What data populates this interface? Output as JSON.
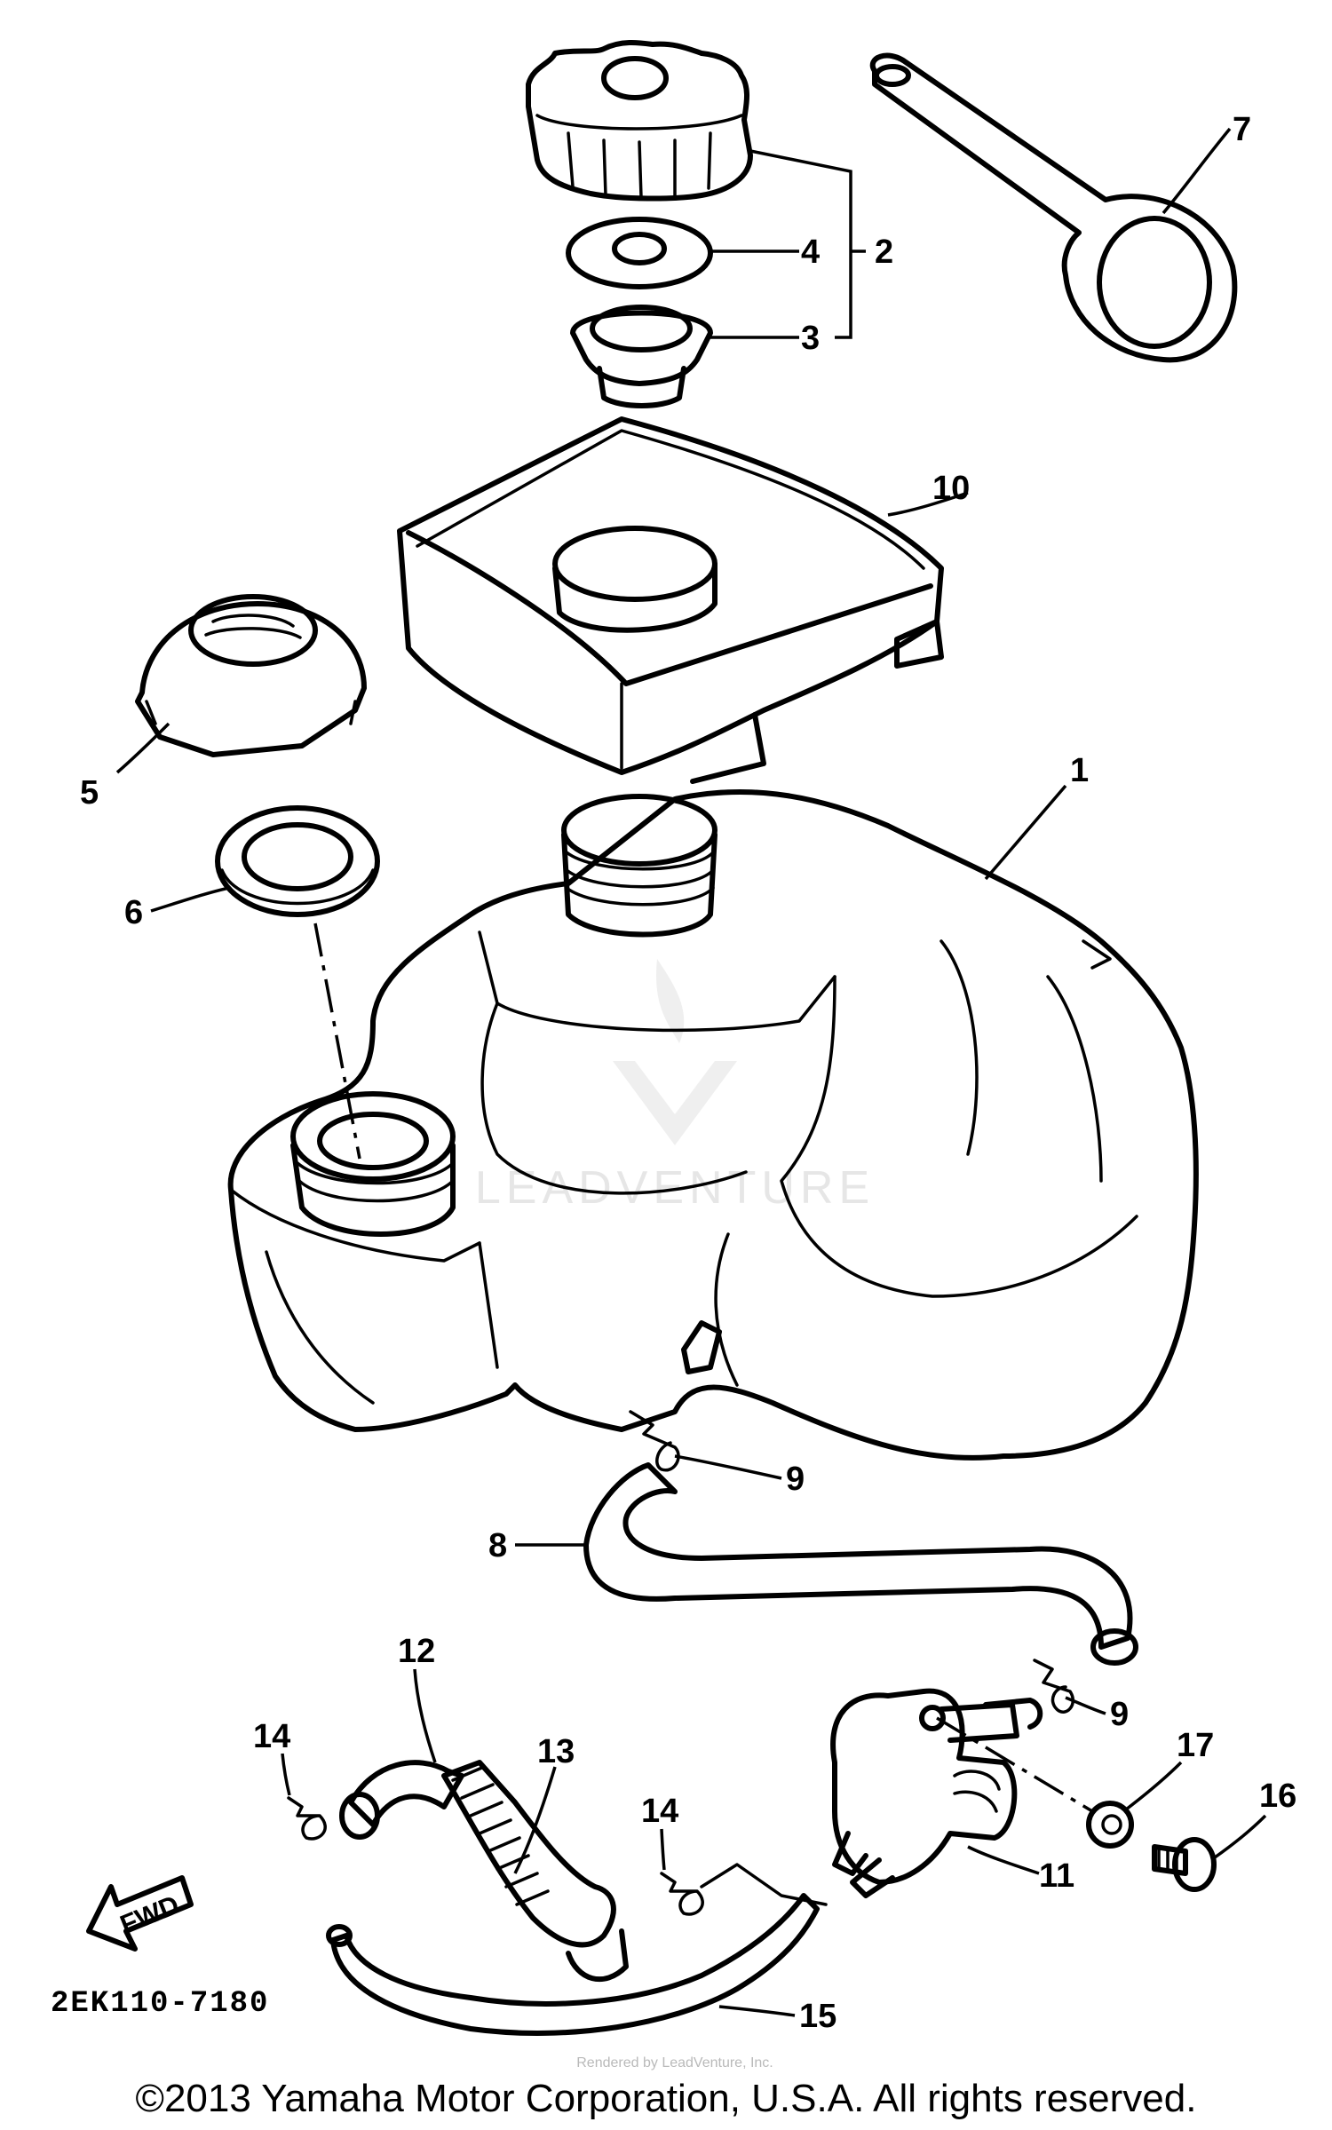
{
  "diagram_code": "2EK110-7180",
  "direction_label": "FWD",
  "watermark": "LEADVENTURE",
  "watermark_small": "Rendered by LeadVenture, Inc.",
  "copyright": "©2013 Yamaha Motor Corporation, U.S.A. All rights reserved.",
  "callouts": [
    "1",
    "2",
    "3",
    "4",
    "5",
    "6",
    "7",
    "8",
    "9",
    "9",
    "10",
    "11",
    "12",
    "13",
    "14",
    "14",
    "15",
    "16",
    "17"
  ]
}
